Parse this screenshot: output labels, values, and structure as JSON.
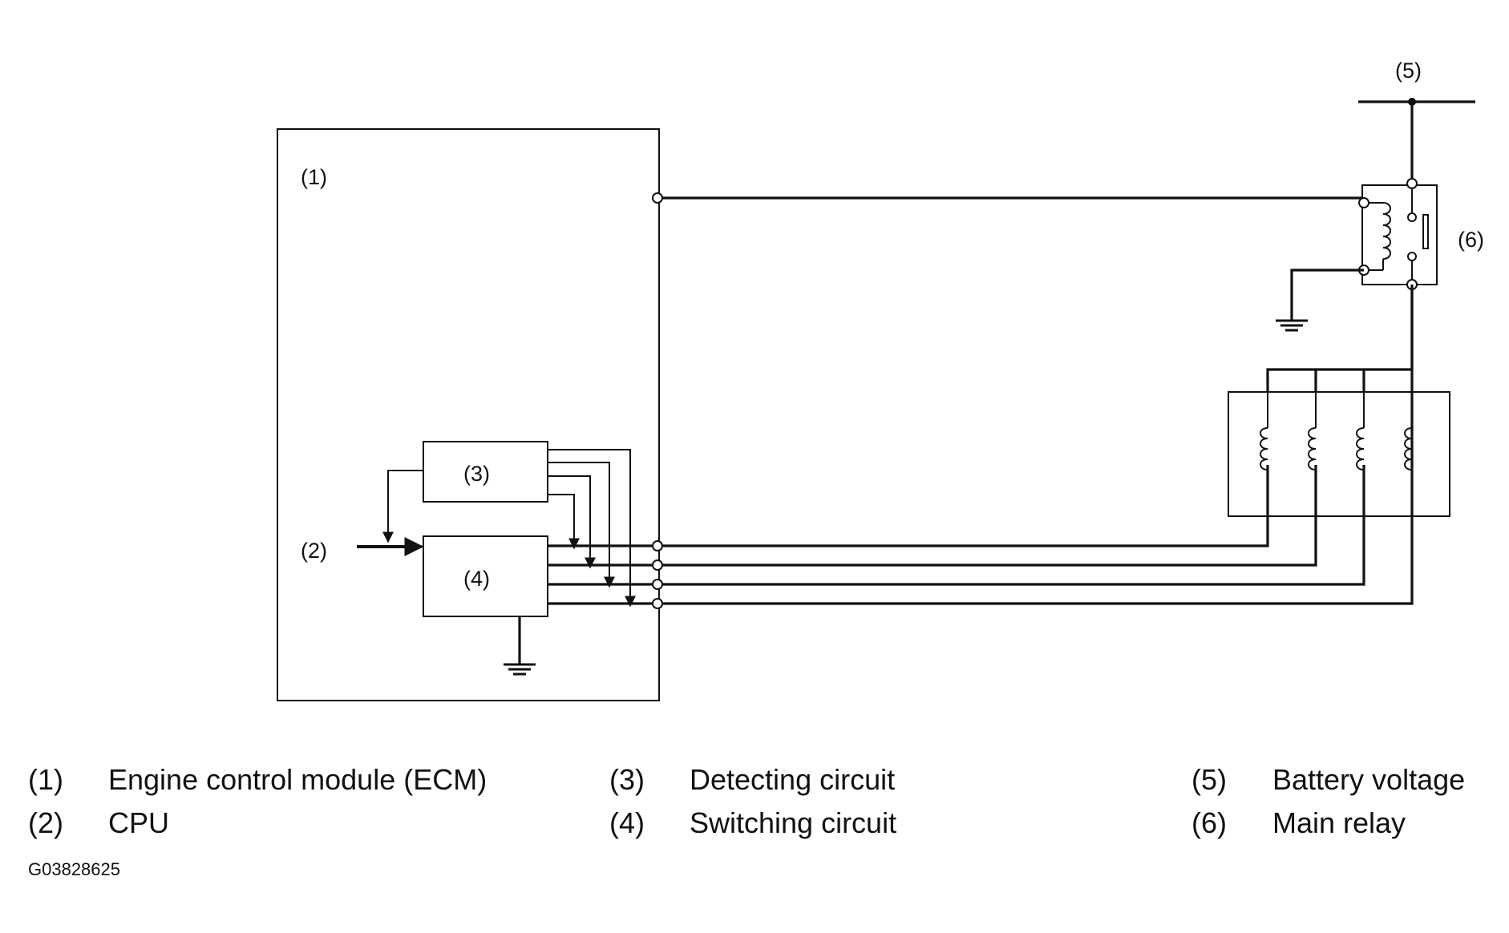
{
  "diagram": {
    "labels": {
      "ecm": "(1)",
      "cpu": "(2)",
      "detecting": "(3)",
      "switching": "(4)",
      "battery": "(5)",
      "relay": "(6)"
    }
  },
  "legend": [
    {
      "num": "(1)",
      "text": "Engine control module (ECM)"
    },
    {
      "num": "(2)",
      "text": "CPU"
    },
    {
      "num": "(3)",
      "text": "Detecting circuit"
    },
    {
      "num": "(4)",
      "text": "Switching circuit"
    },
    {
      "num": "(5)",
      "text": "Battery voltage"
    },
    {
      "num": "(6)",
      "text": "Main relay"
    }
  ],
  "figure_id": "G03828625"
}
